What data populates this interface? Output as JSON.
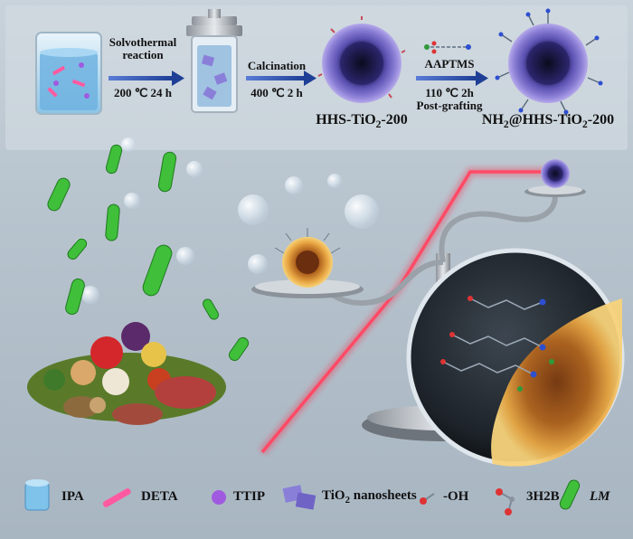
{
  "process": {
    "step1_line1": "Solvothermal",
    "step1_line2": "reaction",
    "step1_cond": "200 ℃  24 h",
    "step2_label": "Calcination",
    "step2_cond": "400 ℃  2 h",
    "product1_prefix": "HHS-TiO",
    "product1_sub": "2",
    "product1_suffix": "-200",
    "step3_label": "AAPTMS",
    "step3_cond": "110 ℃  2h",
    "step3_note": "Post-grafting",
    "product2_prefix": "NH",
    "product2_sub": "2",
    "product2_middle": "@HHS-TiO",
    "product2_sub2": "2",
    "product2_suffix": "-200"
  },
  "legend": {
    "ipa": "IPA",
    "deta": "DETA",
    "ttip": "TTIP",
    "tio2_prefix": "TiO",
    "tio2_sub": "2",
    "tio2_suffix": " nanosheets",
    "oh": "-OH",
    "h2b": "3H2B",
    "lm": "LM"
  },
  "colors": {
    "arrow": "#2f4fa3",
    "sphere_outer": "#6a5fb8",
    "sphere_core": "#1a1740",
    "shell_orange": "#e8a93a",
    "laser": "#ff2a4a",
    "bacteria": "#3fbf3a",
    "deta": "#ff5aa0",
    "ttip": "#a05ae0"
  }
}
